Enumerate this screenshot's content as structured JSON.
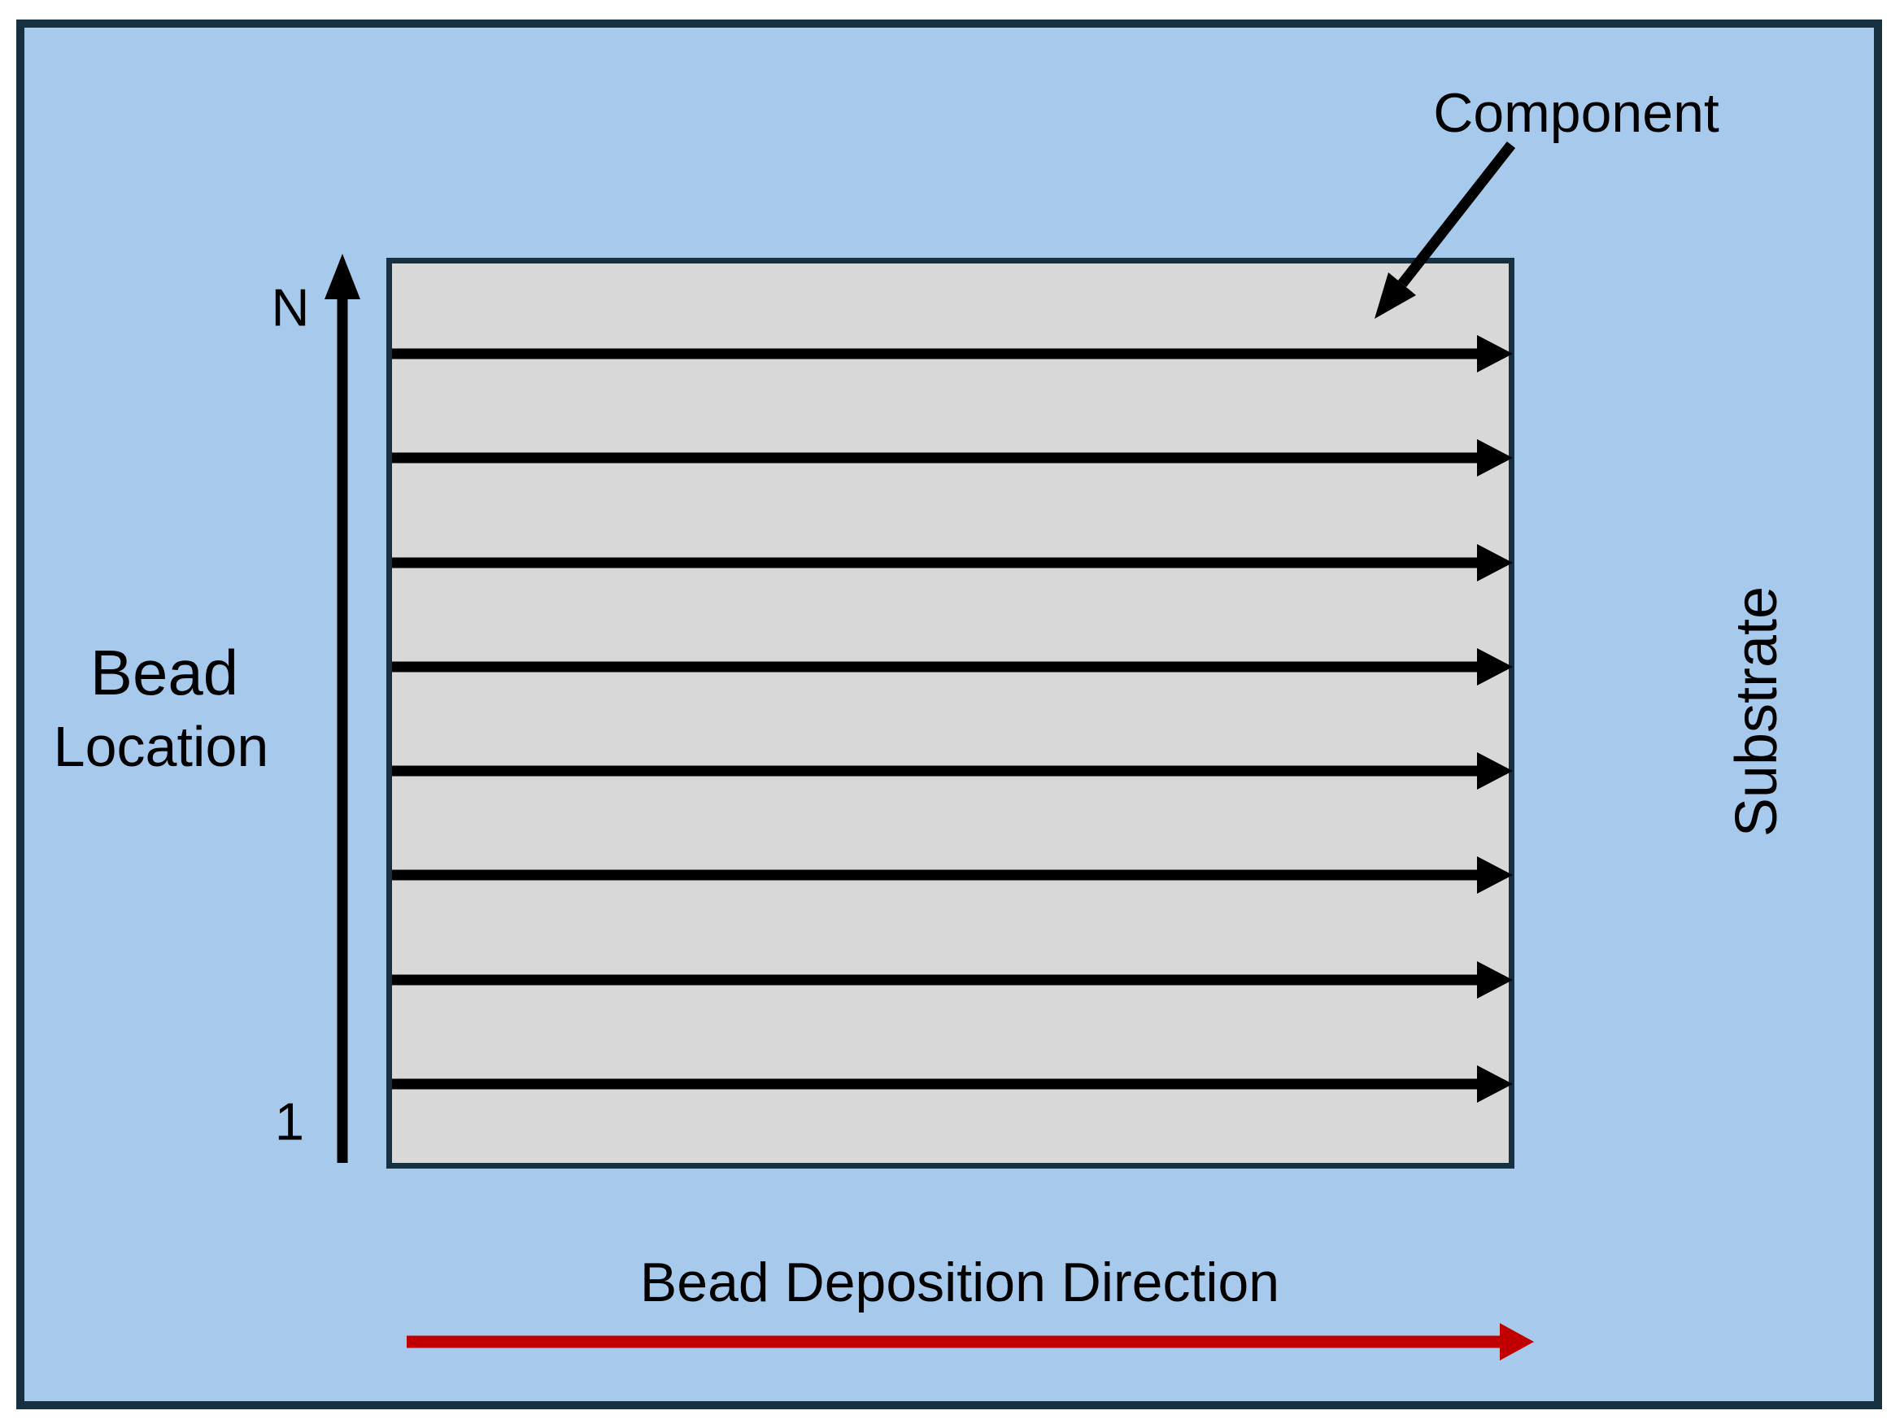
{
  "colors": {
    "background": "#ffffff",
    "substrate_fill": "#a7c9ec",
    "panel_border": "#16303f",
    "component_fill": "#d8d8d8",
    "arrow_black": "#000000",
    "deposition_red": "#c00000",
    "text": "#000000"
  },
  "labels": {
    "component": "Component",
    "substrate": "Substrate",
    "bead_axis_top": "N",
    "bead_axis_bottom": "1",
    "bead_title_line1": "Bead",
    "bead_title_line2": "Location",
    "deposition": "Bead Deposition Direction"
  },
  "diagram": {
    "bead_arrow_count": 8
  }
}
